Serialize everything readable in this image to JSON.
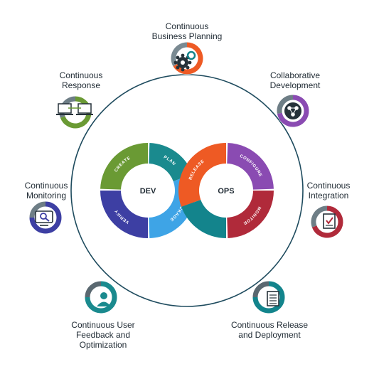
{
  "colors": {
    "ring": "#1e4b5e",
    "create": "#6a9a34",
    "plan": "#1a8a8e",
    "verify": "#3d3fa3",
    "package": "#3ea4e6",
    "release": "#ee5a24",
    "configure": "#8a4bb2",
    "monitor": "#b02a3a",
    "ops_teal": "#13848c",
    "dark_text": "#1f2a33",
    "icon_slate": "#4a5a64"
  },
  "center": {
    "dev_label": "DEV",
    "ops_label": "OPS",
    "segments": {
      "create": "CREATE",
      "plan": "PLAN",
      "verify": "VERIFY",
      "package": "PACKAGE",
      "release": "RELEASE",
      "configure": "CONFIGURE",
      "monitor": "MONITOR"
    }
  },
  "nodes": [
    {
      "id": "business-planning",
      "label": "Continuous\nBusiness Planning",
      "icon": "gear-icon"
    },
    {
      "id": "collaborative-development",
      "label": "Collaborative\nDevelopment",
      "icon": "people-network-icon"
    },
    {
      "id": "continuous-integration",
      "label": "Continuous\nIntegration",
      "icon": "checklist-icon"
    },
    {
      "id": "continuous-release",
      "label": "Continuous Release\nand Deployment",
      "icon": "document-icon"
    },
    {
      "id": "continuous-feedback",
      "label": "Continuous User\nFeedback and\nOptimization",
      "icon": "user-icon"
    },
    {
      "id": "continuous-monitoring",
      "label": "Continuous\nMonitoring",
      "icon": "monitor-magnifier-icon"
    },
    {
      "id": "continuous-response",
      "label": "Continuous\nResponse",
      "icon": "laptops-exchange-icon"
    }
  ]
}
